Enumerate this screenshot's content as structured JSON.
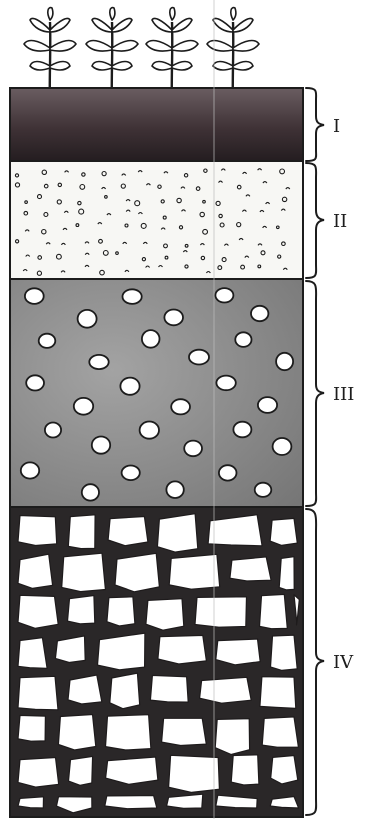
{
  "figure": {
    "layers": [
      {
        "id": "layer-1",
        "label": "I"
      },
      {
        "id": "layer-2",
        "label": "II"
      },
      {
        "id": "layer-3",
        "label": "III"
      },
      {
        "id": "layer-4",
        "label": "IV"
      }
    ],
    "plant_count": 4,
    "colors": {
      "ink": "#1c1c1c",
      "topsoil": "#4a3c40",
      "topsoil_dark": "#2a2226",
      "subsoil_bg": "#f7f7f4",
      "gravel_layer": "#8f8f8f",
      "bedrock_bg": "#2a2728",
      "stone_fill": "#ffffff"
    }
  }
}
